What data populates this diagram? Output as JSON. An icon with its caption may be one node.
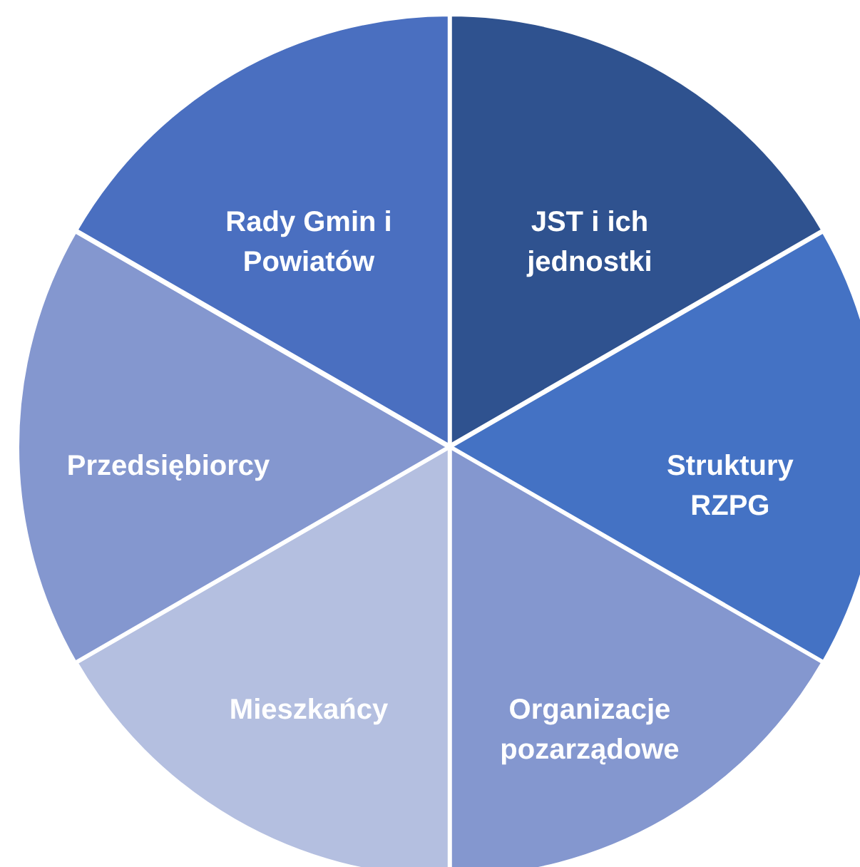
{
  "diagram": {
    "nodes": [
      {
        "text": [
          "JST i ich jednostki"
        ]
      },
      {
        "text": [
          "Struktury RZPG"
        ]
      },
      {
        "text": [
          "Organizacje pozarządowe"
        ]
      },
      {
        "text": [
          "Mieszkańcy"
        ]
      },
      {
        "text": [
          "Przedsiębiorcy"
        ]
      },
      {
        "text": [
          "Rady Gmin i Powiatów"
        ]
      }
    ]
  }
}
